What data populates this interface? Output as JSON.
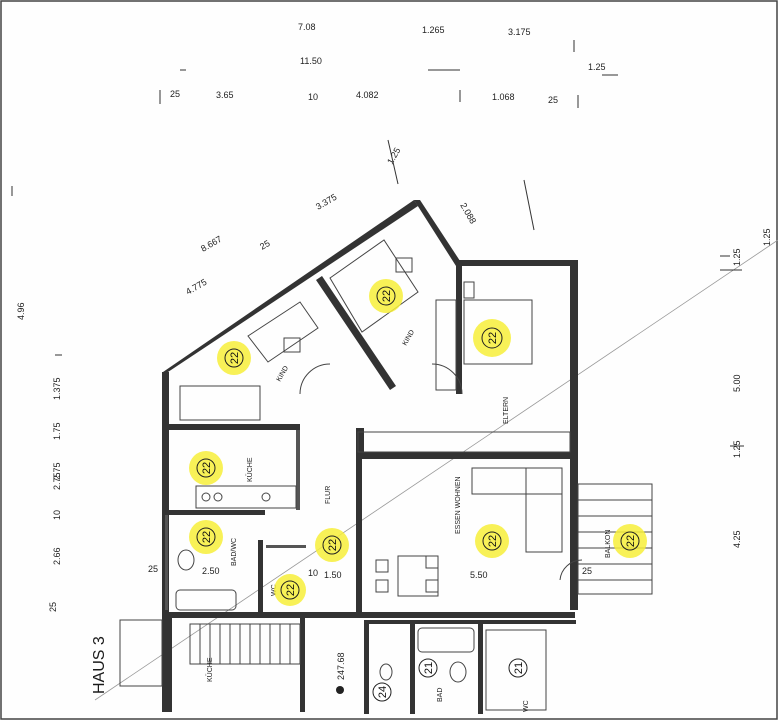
{
  "sheet": {
    "haus_label": "HAUS 3",
    "level_mark": "247.68"
  },
  "dimensions": {
    "top_row1": [
      "7.08",
      "1.265",
      "3.175"
    ],
    "top_row2": [
      "11.50",
      "1.25"
    ],
    "top_row3": [
      "25",
      "3.65",
      "10",
      "4.082",
      "1.068",
      "25"
    ],
    "diag_upper": [
      "1.25",
      "2.088"
    ],
    "diag_left": [
      "3.375",
      "8.667",
      "4.775",
      "25"
    ],
    "left_col": [
      "4.96",
      "1.375",
      "1.75",
      "2.75",
      "10",
      "2.75",
      "2.66",
      "25",
      "25"
    ],
    "right_col": [
      "1.25",
      "1.25",
      "5.00",
      "1.25",
      "4.25"
    ],
    "interior": [
      "2.50",
      "1.50",
      "5.50",
      "10",
      "25"
    ]
  },
  "rooms": {
    "kind1": "KIND",
    "kind2": "KIND",
    "eltern": "ELTERN",
    "kueche": "KÜCHE",
    "bad_wc": "BAD/WC",
    "flur": "FLUR",
    "wc": "WC",
    "essen_wohnen": "ESSEN WOHNEN",
    "balkon": "BALKON",
    "bad": "BAD",
    "kueche2": "KÜCHE",
    "wc2": "WC"
  },
  "markers": {
    "highlight_color": "#f7ee3a",
    "kind1": "22",
    "kind2": "22",
    "eltern": "22",
    "kueche": "22",
    "bad_wc": "22",
    "flur": "22",
    "wc": "22",
    "wohnen": "22",
    "balkon": "22",
    "neighbor_bad": "21",
    "neighbor_kueche": "21",
    "neighbor_wc": "24"
  }
}
